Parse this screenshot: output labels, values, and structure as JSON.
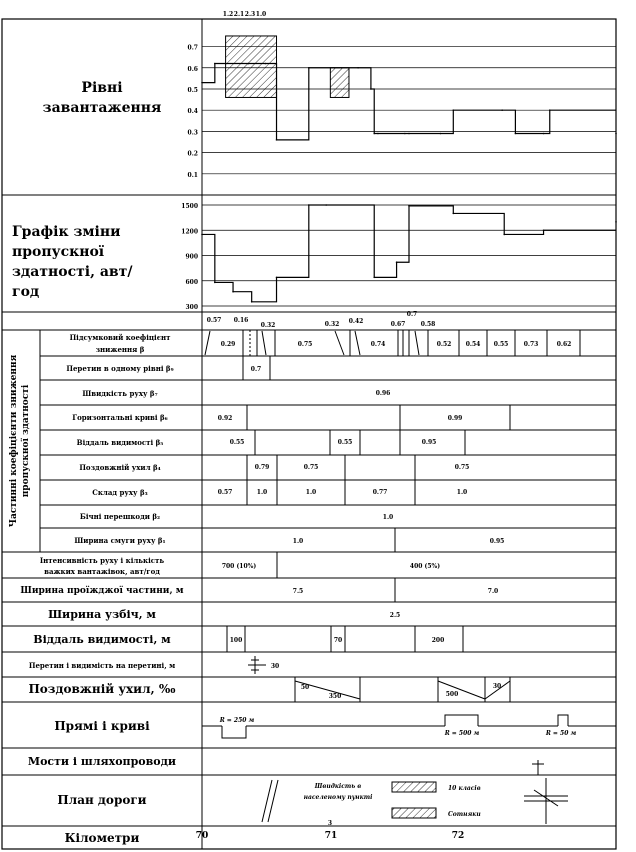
{
  "sections": {
    "load_levels": {
      "title_lines": [
        "Рівні",
        "завантаження"
      ]
    },
    "capacity": {
      "title_lines": [
        "Графік зміни",
        "пропускної",
        "здатності, авт/",
        "год"
      ]
    },
    "partial_coeffs_side": [
      "Частинні коефіцієнти зниження",
      "пропускної здатності"
    ]
  },
  "load_axis": {
    "ticks": [
      "0.7",
      "0.6",
      "0.5",
      "0.4",
      "0.3",
      "0.2",
      "0.1"
    ],
    "top_labels": [
      "1.2",
      "2.1",
      "2.3",
      "1.0"
    ]
  },
  "capacity_axis": {
    "ticks": [
      "1500",
      "1200",
      "900",
      "600",
      "300"
    ]
  },
  "rows": {
    "beta_total": {
      "label_lines": [
        "Підсумковий коефіцієнт",
        "зниження β"
      ],
      "top_values": [
        "0.57",
        "0.16",
        "0.32",
        "0.32",
        "0.42",
        "0.67",
        "0.7",
        "0.58"
      ],
      "values": [
        "0.29",
        "0.75",
        "0.74",
        "0.52",
        "0.54",
        "0.55",
        "0.73",
        "0.62"
      ]
    },
    "beta9": {
      "label": "Перетин в одному рівні β₉",
      "values": [
        "0.7"
      ]
    },
    "beta7": {
      "label": "Швидкість руху β₇",
      "values": [
        "0.96"
      ]
    },
    "beta6": {
      "label": "Горизонтальні криві β₆",
      "values": [
        "0.92",
        "0.99"
      ]
    },
    "beta5": {
      "label": "Віддаль видимості β₅",
      "values": [
        "0.55",
        "0.55",
        "0.95"
      ]
    },
    "beta4": {
      "label": "Поздовжній ухил β₄",
      "values": [
        "0.79",
        "0.75",
        "0.75"
      ]
    },
    "beta3": {
      "label": "Склад руху β₃",
      "values": [
        "0.57",
        "1.0",
        "1.0",
        "0.77",
        "1.0"
      ]
    },
    "beta2": {
      "label": "Бічні перешкоди β₂",
      "values": [
        "1.0"
      ]
    },
    "beta1": {
      "label": "Ширина смуги руху β₁",
      "values": [
        "1.0",
        "0.95"
      ]
    },
    "intensity": {
      "label_lines": [
        "Інтенсивність руху і кількість",
        "важких вантажівок, авт/год"
      ],
      "values": [
        "700 (10%)",
        "400 (5%)"
      ]
    },
    "carriageway": {
      "label": "Ширина проїжджої частини, м",
      "values": [
        "7.5",
        "7.0"
      ]
    },
    "shoulder": {
      "label": "Ширина узбіч, м",
      "values": [
        "2.5"
      ]
    },
    "visibility": {
      "label": "Віддаль видимості, м",
      "values": [
        "100",
        "70",
        "200"
      ]
    },
    "intersections": {
      "label": "Перетин і видимість на перетині, м",
      "values": [
        "30"
      ]
    },
    "gradient": {
      "label": "Поздовжній ухил, ‰",
      "values": [
        "50",
        "350",
        "500",
        "30"
      ]
    },
    "curves": {
      "label": "Прямі і криві",
      "values": [
        "R = 250 м",
        "R = 500 м",
        "R = 50 м"
      ]
    },
    "bridges": {
      "label": "Мости і шляхопроводи"
    },
    "plan": {
      "label": "План дороги",
      "annotations": [
        "Швидкість в",
        "населеному пункті"
      ],
      "legend": [
        "10 класів",
        "Сотняки"
      ],
      "note": "3"
    },
    "km": {
      "label": "Кілометри",
      "values": [
        "70",
        "71",
        "72"
      ]
    }
  },
  "chart_data": [
    {
      "type": "line",
      "title": "Рівні завантаження",
      "xlabel": "",
      "ylabel": "",
      "ylim": [
        0,
        0.75
      ],
      "x": [
        0,
        3.1,
        5.7,
        11.2,
        15.3,
        18.0,
        25.8,
        37.7,
        40.8,
        41.6,
        42.5,
        49.0,
        50.0,
        57.6,
        60.7,
        72.5,
        75.7,
        82.5,
        84.0,
        100
      ],
      "series": [
        {
          "values": [
            0.53,
            0.62,
            0.62,
            0.62,
            0.62,
            0.26,
            0.6,
            0.6,
            0.5,
            0.29,
            0.29,
            0.29,
            0.29,
            0.29,
            0.4,
            0.4,
            0.29,
            0.29,
            0.4,
            0.29
          ]
        }
      ]
    },
    {
      "type": "line",
      "title": "Графік зміни пропускної здатності, авт/год",
      "xlabel": "",
      "ylabel": "",
      "ylim": [
        300,
        1500
      ],
      "x": [
        0,
        3.1,
        7.5,
        12.0,
        18.0,
        25.8,
        30.0,
        41.6,
        47.0,
        50.0,
        60.7,
        73.0,
        82.5,
        100
      ],
      "series": [
        {
          "values": [
            1150,
            580,
            470,
            350,
            640,
            1500,
            1500,
            640,
            820,
            1490,
            1400,
            1150,
            1200,
            1300
          ]
        }
      ]
    }
  ]
}
